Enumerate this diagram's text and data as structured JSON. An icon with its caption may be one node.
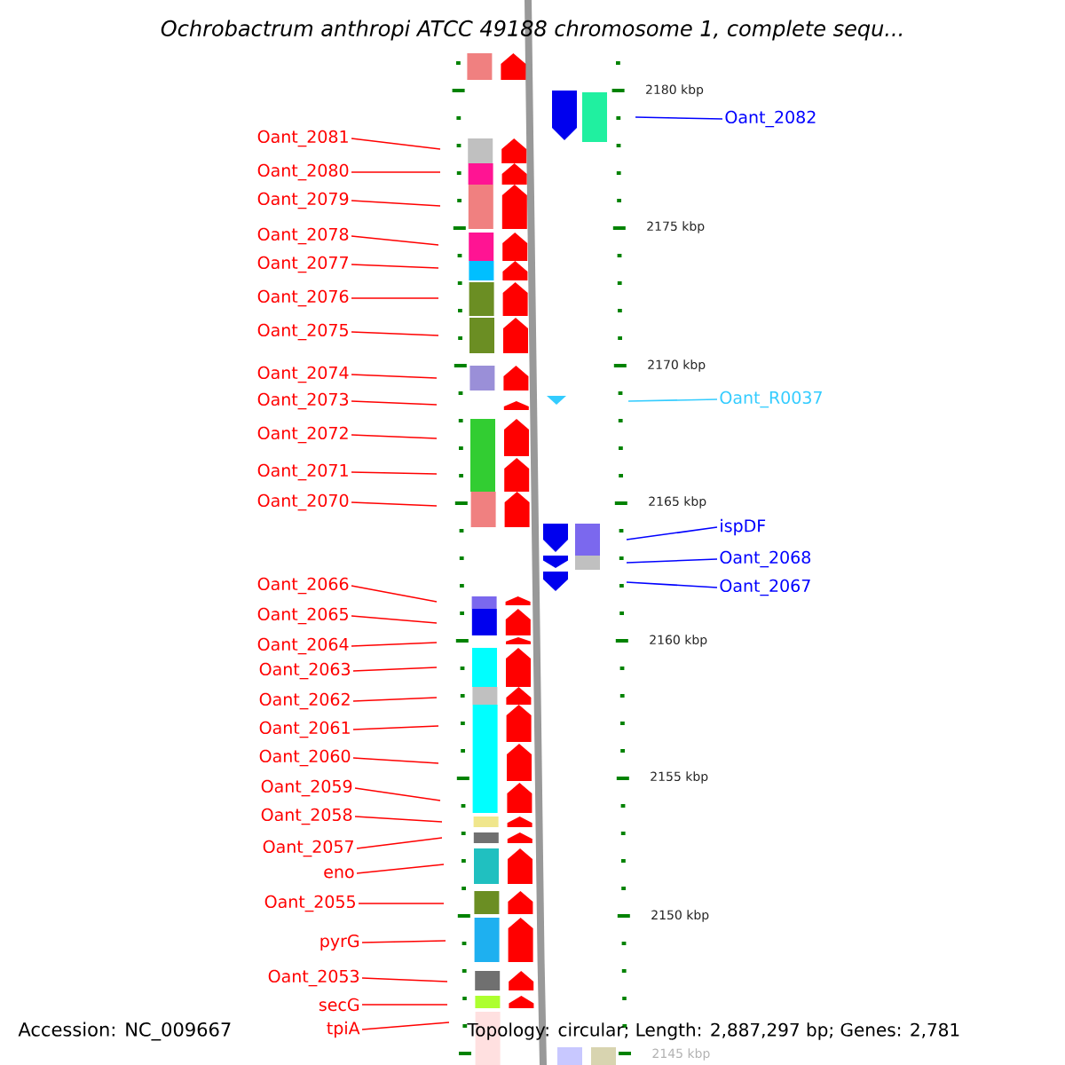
{
  "diagram": {
    "title": "Ochrobactrum anthropi ATCC 49188 chromosome 1, complete sequ...",
    "nodes": [
      {
        "text": [
          "Oant_2081"
        ]
      },
      {
        "text": [
          "Oant_2080"
        ]
      },
      {
        "text": [
          "Oant_2079"
        ]
      },
      {
        "text": [
          "Oant_2078"
        ]
      },
      {
        "text": [
          "Oant_2077"
        ]
      },
      {
        "text": [
          "Oant_2076"
        ]
      },
      {
        "text": [
          "Oant_2075"
        ]
      },
      {
        "text": [
          "Oant_2074"
        ]
      },
      {
        "text": [
          "Oant_2073"
        ]
      },
      {
        "text": [
          "Oant_2072"
        ]
      },
      {
        "text": [
          "Oant_2071"
        ]
      },
      {
        "text": [
          "Oant_2070"
        ]
      },
      {
        "text": [
          "Oant_2066"
        ]
      },
      {
        "text": [
          "Oant_2065"
        ]
      },
      {
        "text": [
          "Oant_2064"
        ]
      },
      {
        "text": [
          "Oant_2063"
        ]
      },
      {
        "text": [
          "Oant_2062"
        ]
      },
      {
        "text": [
          "Oant_2061"
        ]
      },
      {
        "text": [
          "Oant_2060"
        ]
      },
      {
        "text": [
          "Oant_2059"
        ]
      },
      {
        "text": [
          "Oant_2058"
        ]
      },
      {
        "text": [
          "Oant_2057"
        ]
      },
      {
        "text": [
          "eno"
        ]
      },
      {
        "text": [
          "Oant_2055"
        ]
      },
      {
        "text": [
          "pyrG"
        ]
      },
      {
        "text": [
          "Oant_2053"
        ]
      },
      {
        "text": [
          "secG"
        ]
      },
      {
        "text": [
          "tpiA"
        ]
      },
      {
        "text": [
          "Oant_2082"
        ]
      },
      {
        "text": [
          "Oant_R0037"
        ]
      },
      {
        "text": [
          "ispDF"
        ]
      },
      {
        "text": [
          "Oant_2068"
        ]
      },
      {
        "text": [
          "Oant_2067"
        ]
      }
    ],
    "edges": [
      {
        "from": 0,
        "to": null,
        "arrow": "none"
      },
      {
        "from": 1,
        "to": null,
        "arrow": "none"
      },
      {
        "from": 2,
        "to": null,
        "arrow": "none"
      },
      {
        "from": 3,
        "to": null,
        "arrow": "none"
      },
      {
        "from": 4,
        "to": null,
        "arrow": "none"
      },
      {
        "from": 5,
        "to": null,
        "arrow": "none"
      },
      {
        "from": 6,
        "to": null,
        "arrow": "none"
      },
      {
        "from": 7,
        "to": null,
        "arrow": "none"
      },
      {
        "from": 8,
        "to": null,
        "arrow": "none"
      },
      {
        "from": 9,
        "to": null,
        "arrow": "none"
      },
      {
        "from": 10,
        "to": null,
        "arrow": "none"
      },
      {
        "from": 11,
        "to": null,
        "arrow": "none"
      },
      {
        "from": 12,
        "to": null,
        "arrow": "none"
      },
      {
        "from": 13,
        "to": null,
        "arrow": "none"
      },
      {
        "from": 14,
        "to": null,
        "arrow": "none"
      },
      {
        "from": 15,
        "to": null,
        "arrow": "none"
      },
      {
        "from": 16,
        "to": null,
        "arrow": "none"
      },
      {
        "from": 17,
        "to": null,
        "arrow": "none"
      },
      {
        "from": 18,
        "to": null,
        "arrow": "none"
      },
      {
        "from": 19,
        "to": null,
        "arrow": "none"
      },
      {
        "from": 20,
        "to": null,
        "arrow": "none"
      },
      {
        "from": 21,
        "to": null,
        "arrow": "none"
      },
      {
        "from": 22,
        "to": null,
        "arrow": "none"
      },
      {
        "from": 23,
        "to": null,
        "arrow": "none"
      },
      {
        "from": 24,
        "to": null,
        "arrow": "none"
      },
      {
        "from": 25,
        "to": null,
        "arrow": "none"
      },
      {
        "from": 26,
        "to": null,
        "arrow": "none"
      },
      {
        "from": 27,
        "to": null,
        "arrow": "none"
      },
      {
        "from": 28,
        "to": null,
        "arrow": "none",
        "color": "#0000ff"
      },
      {
        "from": 29,
        "to": null,
        "arrow": "none",
        "color": "#33ccff"
      },
      {
        "from": 30,
        "to": null,
        "arrow": "none",
        "color": "#0000ff"
      },
      {
        "from": 31,
        "to": null,
        "arrow": "none",
        "color": "#0000ff"
      },
      {
        "from": 32,
        "to": null,
        "arrow": "none",
        "color": "#0000ff"
      }
    ],
    "labels": [
      "2180 kbp",
      "2175 kbp",
      "2170 kbp",
      "2165 kbp",
      "2160 kbp",
      "2155 kbp",
      "2150 kbp",
      "2145 kbp",
      "Accession: NC_009667",
      "Topology: circular; Length: 2,887,297 bp; Genes: 2,781"
    ]
  }
}
